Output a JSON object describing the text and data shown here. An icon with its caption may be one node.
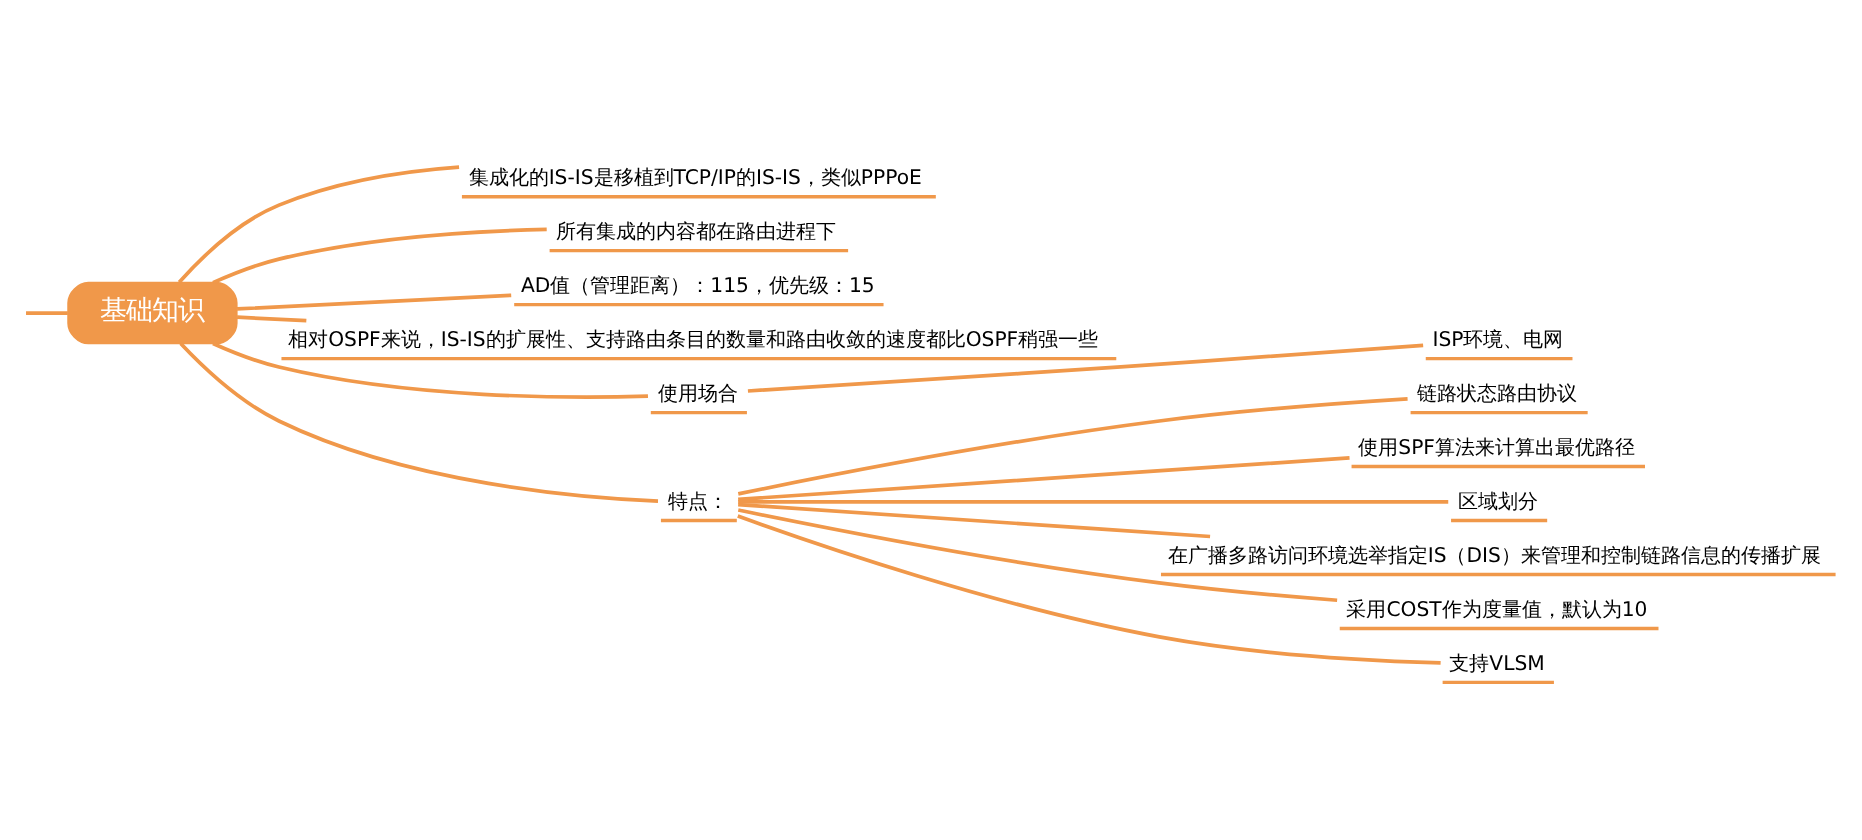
{
  "diagram": {
    "nodes": [
      {
        "text": [
          "基础知识"
        ]
      },
      {
        "text": [
          "集成化的IS-IS是移植到TCP/IP的IS-IS，类似PPPoE"
        ]
      },
      {
        "text": [
          "所有集成的内容都在路由进程下"
        ]
      },
      {
        "text": [
          "AD值（管理距离）：115，优先级：15"
        ]
      },
      {
        "text": [
          "相对OSPF来说，IS-IS的扩展性、支持路由条目的数量和路由收敛的速度都比OSPF稍强一些"
        ]
      },
      {
        "text": [
          "使用场合"
        ]
      },
      {
        "text": [
          "ISP环境、电网"
        ]
      },
      {
        "text": [
          "特点："
        ]
      },
      {
        "text": [
          "链路状态路由协议"
        ]
      },
      {
        "text": [
          "使用SPF算法来计算出最优路径"
        ]
      },
      {
        "text": [
          "区域划分"
        ]
      },
      {
        "text": [
          "在广播多路访问环境选举指定IS（DIS）来管理和控制链路信息的传播扩展"
        ]
      },
      {
        "text": [
          "采用COST作为度量值，默认为10"
        ]
      },
      {
        "text": [
          "支持VLSM"
        ]
      }
    ],
    "edges": [
      {
        "from": null,
        "to": 0,
        "arrow": "none"
      },
      {
        "from": 0,
        "to": 1,
        "arrow": "none"
      },
      {
        "from": 0,
        "to": 2,
        "arrow": "none"
      },
      {
        "from": 0,
        "to": 3,
        "arrow": "none"
      },
      {
        "from": 0,
        "to": 4,
        "arrow": "none"
      },
      {
        "from": 0,
        "to": 5,
        "arrow": "none"
      },
      {
        "from": 5,
        "to": 6,
        "arrow": "none"
      },
      {
        "from": 0,
        "to": 7,
        "arrow": "none"
      },
      {
        "from": 7,
        "to": 8,
        "arrow": "none"
      },
      {
        "from": 7,
        "to": 9,
        "arrow": "none"
      },
      {
        "from": 7,
        "to": 10,
        "arrow": "none"
      },
      {
        "from": 7,
        "to": 11,
        "arrow": "none"
      },
      {
        "from": 7,
        "to": 12,
        "arrow": "none"
      },
      {
        "from": 7,
        "to": 13,
        "arrow": "none"
      }
    ]
  }
}
